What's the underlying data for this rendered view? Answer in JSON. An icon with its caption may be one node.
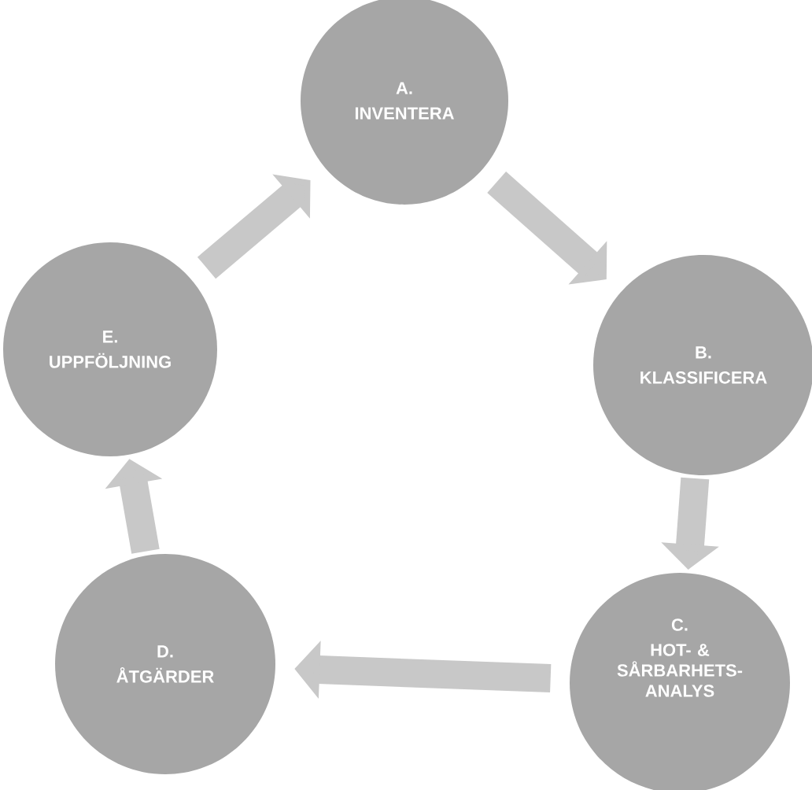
{
  "diagram": {
    "nodes": [
      {
        "text": [
          "A.",
          "INVENTERA"
        ]
      },
      {
        "text": [
          "B.",
          "KLASSIFICERA"
        ]
      },
      {
        "text": [
          "C.",
          "HOT- & SÅRBARHETS-ANALYS"
        ]
      },
      {
        "text": [
          "D.",
          "ÅTGÄRDER"
        ]
      },
      {
        "text": [
          "E.",
          "UPPFÖLJNING"
        ]
      }
    ],
    "edges": [
      {
        "from": 0,
        "to": 1,
        "arrow": "to"
      },
      {
        "from": 1,
        "to": 2,
        "arrow": "to"
      },
      {
        "from": 2,
        "to": 3,
        "arrow": "to"
      },
      {
        "from": 3,
        "to": 4,
        "arrow": "to"
      },
      {
        "from": 4,
        "to": 0,
        "arrow": "to"
      }
    ]
  }
}
